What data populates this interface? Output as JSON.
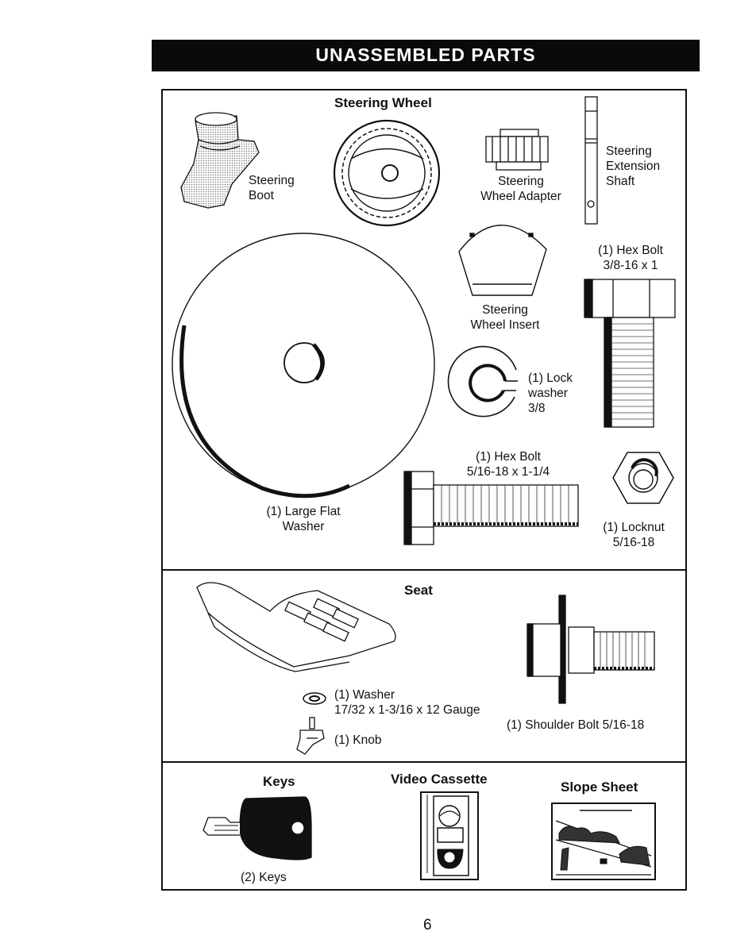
{
  "header": {
    "title": "UNASSEMBLED PARTS"
  },
  "sections": {
    "steering": {
      "heading": "Steering Wheel",
      "boot": [
        "Steering",
        "Boot"
      ],
      "adapter": [
        "Steering",
        "Wheel Adapter"
      ],
      "extension_shaft": [
        "Steering",
        "Extension",
        "Shaft"
      ],
      "insert": [
        "Steering",
        "Wheel Insert"
      ],
      "hex_bolt_large": [
        "(1) Hex Bolt",
        "3/8-16 x 1"
      ],
      "lock_washer": [
        "(1) Lock",
        "washer",
        "3/8"
      ],
      "large_flat_washer": [
        "(1) Large Flat",
        "Washer"
      ],
      "hex_bolt_small": [
        "(1) Hex Bolt",
        "5/16-18 x 1-1/4"
      ],
      "locknut": [
        "(1) Locknut",
        "5/16-18"
      ]
    },
    "seat": {
      "heading": "Seat",
      "washer": [
        "(1) Washer",
        "17/32 x 1-3/16 x 12 Gauge"
      ],
      "knob": "(1) Knob",
      "shoulder_bolt": "(1) Shoulder Bolt  5/16-18"
    },
    "misc": {
      "keys_heading": "Keys",
      "keys_label": "(2) Keys",
      "video_heading": "Video Cassette",
      "slope_heading": "Slope Sheet"
    }
  },
  "page_number": "6"
}
